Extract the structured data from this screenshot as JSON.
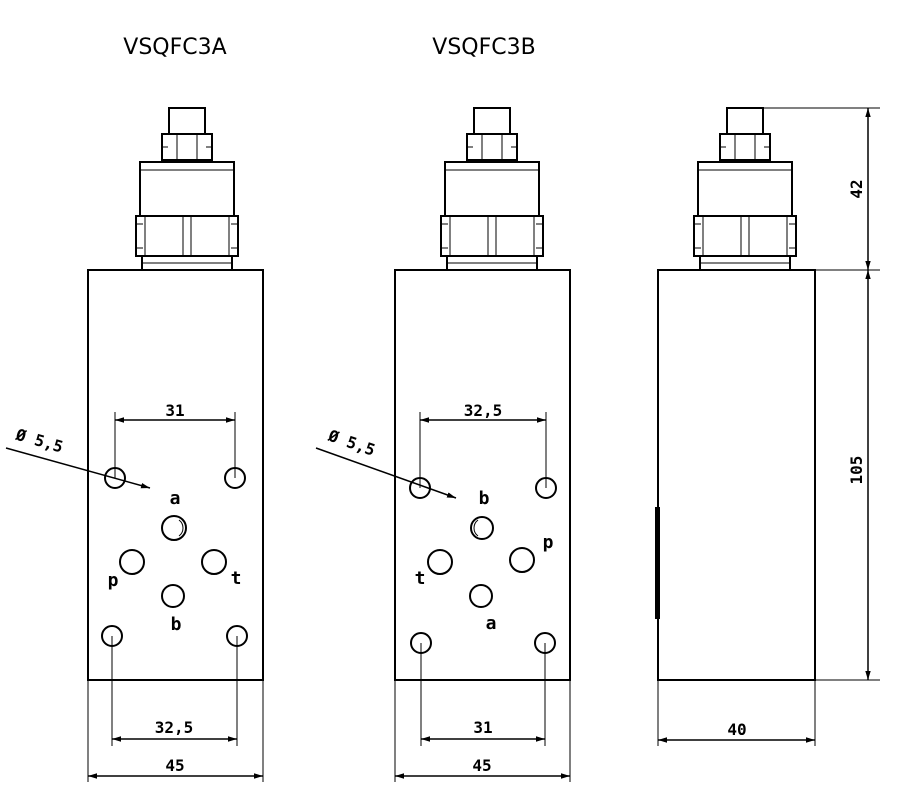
{
  "titles": {
    "left": "VSQFC3A",
    "middle": "VSQFC3B"
  },
  "left_view": {
    "hole_dia": "Ø 5,5",
    "dim_top": "31",
    "dim_bottom": "32,5",
    "dim_width": "45",
    "ports": {
      "a": "a",
      "b": "b",
      "p": "p",
      "t": "t"
    }
  },
  "middle_view": {
    "hole_dia": "Ø 5,5",
    "dim_top": "32,5",
    "dim_bottom": "31",
    "dim_width": "45",
    "ports": {
      "a": "a",
      "b": "b",
      "p": "p",
      "t": "t"
    }
  },
  "side_view": {
    "dim_height_top": "42",
    "dim_height_body": "105",
    "dim_width": "40"
  },
  "colors": {
    "line": "#000000",
    "background": "#ffffff"
  }
}
